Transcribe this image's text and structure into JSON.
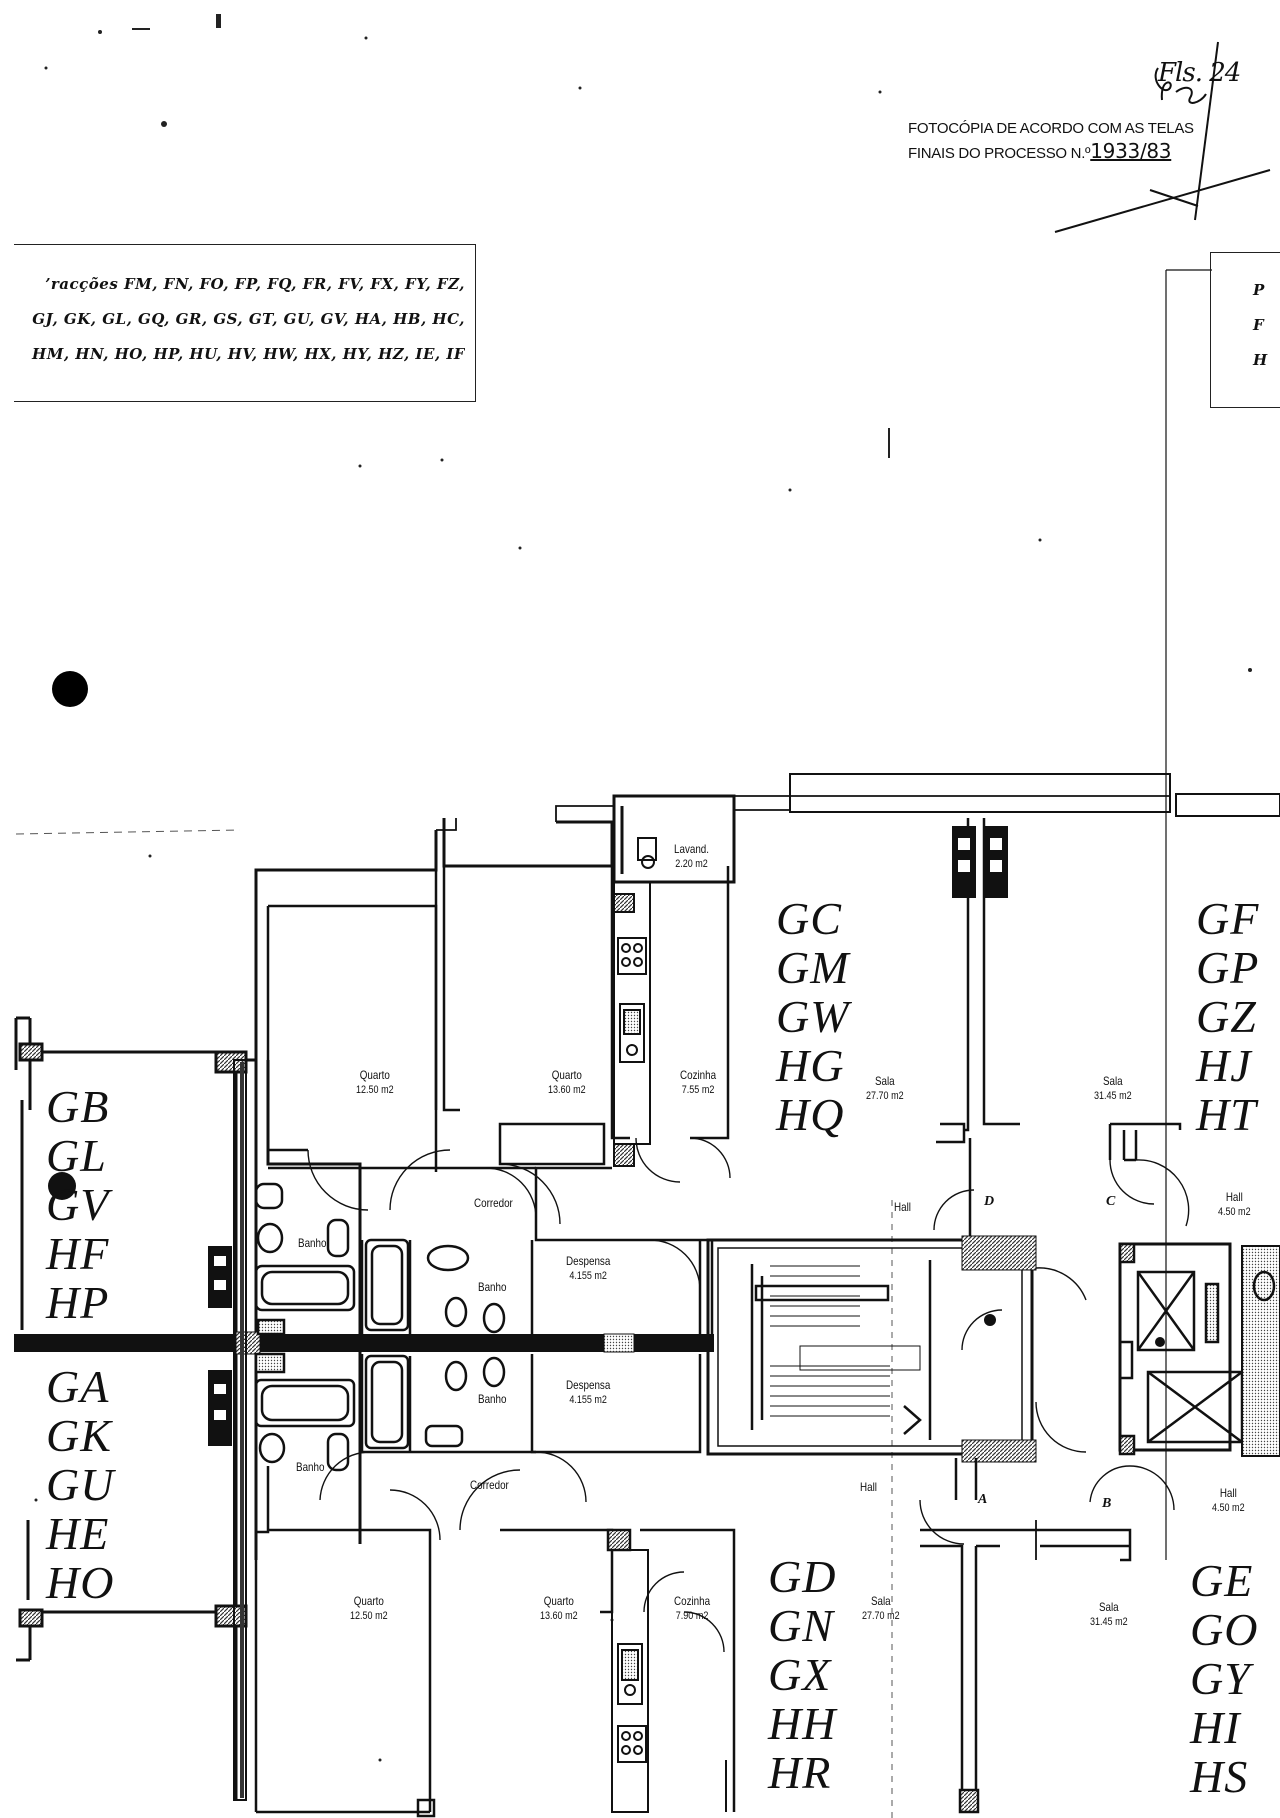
{
  "stamp": {
    "line1": "FOTOCÓPIA DE ACORDO COM AS TELAS",
    "line2": "FINAIS DO PROCESSO N.º",
    "process_number": "1933/83",
    "page_mark": "Fls. 24"
  },
  "fractions_box": {
    "lines": [
      "ʼracções FM, FN, FO, FP, FQ, FR, FV, FX, FY, FZ,",
      "GJ, GK, GL, GQ, GR, GS, GT, GU, GV, HA, HB, HC,",
      "HM, HN, HO, HP, HU, HV, HW, HX, HY, HZ, IE, IF"
    ]
  },
  "side_box": {
    "lines": [
      "P",
      "F",
      "H"
    ]
  },
  "units": {
    "left_upper": [
      "GB",
      "GL",
      "GV",
      "HF",
      "HP"
    ],
    "left_lower": [
      "GA",
      "GK",
      "GU",
      "HE",
      "HO"
    ],
    "center_upper": [
      "GC",
      "GM",
      "GW",
      "HG",
      "HQ"
    ],
    "center_lower": [
      "GD",
      "GN",
      "GX",
      "HH",
      "HR"
    ],
    "right_upper": [
      "GF",
      "GP",
      "GZ",
      "HJ",
      "HT"
    ],
    "right_lower": [
      "GE",
      "GO",
      "GY",
      "HI",
      "HS"
    ]
  },
  "rooms": {
    "lavandaria": {
      "name": "Lavand.",
      "area": "2.20 m2"
    },
    "quarto_a_top": {
      "name": "Quarto",
      "area": "12.50 m2"
    },
    "quarto_b_top": {
      "name": "Quarto",
      "area": "13.60 m2"
    },
    "cozinha_top": {
      "name": "Cozinha",
      "area": "7.55 m2"
    },
    "sala_c_top": {
      "name": "Sala",
      "area": "27.70 m2"
    },
    "sala_d_top": {
      "name": "Sala",
      "area": "31.45 m2"
    },
    "corredor_top": {
      "name": "Corredor"
    },
    "banho_1": {
      "name": "Banho"
    },
    "banho_2": {
      "name": "Banho"
    },
    "despensa_top": {
      "name": "Despensa",
      "area": "4.155 m2"
    },
    "hall_top_left": {
      "name": "Hall"
    },
    "hall_top_right": {
      "name": "Hall",
      "area": "4.50 m2"
    },
    "banho_3": {
      "name": "Banho"
    },
    "banho_4": {
      "name": "Banho"
    },
    "despensa_bottom": {
      "name": "Despensa",
      "area": "4.155 m2"
    },
    "corredor_bottom": {
      "name": "Corredor"
    },
    "hall_bottom_left": {
      "name": "Hall"
    },
    "hall_bottom_right": {
      "name": "Hall",
      "area": "4.50 m2"
    },
    "quarto_a_bottom": {
      "name": "Quarto",
      "area": "12.50 m2"
    },
    "quarto_b_bottom": {
      "name": "Quarto",
      "area": "13.60 m2"
    },
    "cozinha_bottom": {
      "name": "Cozinha",
      "area": "7.90 m2"
    },
    "sala_c_bottom": {
      "name": "Sala",
      "area": "27.70 m2"
    },
    "sala_d_bottom": {
      "name": "Sala",
      "area": "31.45 m2"
    }
  },
  "door_letters": {
    "d": "D",
    "c": "C",
    "a": "A",
    "b": "B"
  },
  "colors": {
    "ink": "#111111",
    "paper": "#ffffff",
    "hatch": "#555555"
  }
}
